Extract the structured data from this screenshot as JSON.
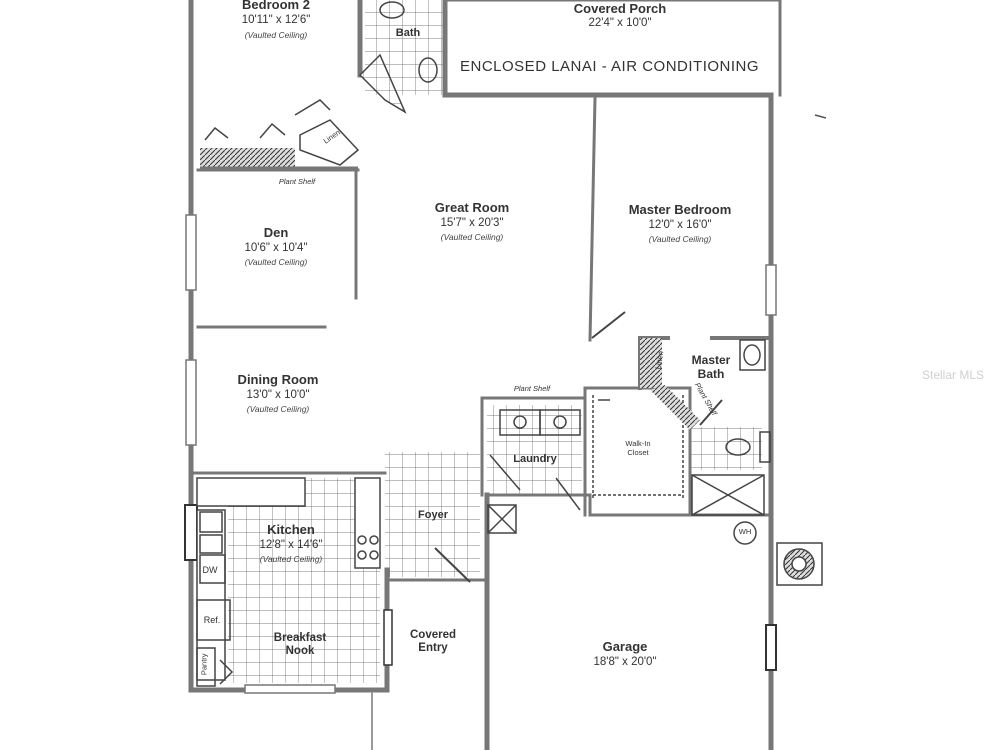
{
  "rooms": {
    "bedroom2": {
      "name": "Bedroom 2",
      "dim": "10'11\" x 12'6\"",
      "note": "(Vaulted Ceiling)"
    },
    "bath": {
      "name": "Bath"
    },
    "covered_porch": {
      "name": "Covered Porch",
      "dim": "22'4\" x 10'0\""
    },
    "great_room": {
      "name": "Great Room",
      "dim": "15'7\" x 20'3\"",
      "note": "(Vaulted Ceiling)"
    },
    "master_bedroom": {
      "name": "Master Bedroom",
      "dim": "12'0\" x 16'0\"",
      "note": "(Vaulted Ceiling)"
    },
    "den": {
      "name": "Den",
      "dim": "10'6\" x 10'4\"",
      "note": "(Vaulted Ceiling)"
    },
    "dining_room": {
      "name": "Dining Room",
      "dim": "13'0\" x 10'0\"",
      "note": "(Vaulted Ceiling)"
    },
    "master_bath": {
      "name": "Master Bath"
    },
    "walk_in_closet": {
      "name": "Walk-In Closet"
    },
    "laundry": {
      "name": "Laundry"
    },
    "kitchen": {
      "name": "Kitchen",
      "dim": "12'8\" x 14'6\"",
      "note": "(Vaulted Ceiling)"
    },
    "foyer": {
      "name": "Foyer"
    },
    "breakfast_nook": {
      "name": "Breakfast Nook"
    },
    "covered_entry": {
      "name": "Covered Entry"
    },
    "garage": {
      "name": "Garage",
      "dim": "18'8\" x 20'0\""
    }
  },
  "banner": "ENCLOSED LANAI - AIR CONDITIONING",
  "labels": {
    "plant_shelf_upper": "Plant Shelf",
    "plant_shelf_laundry": "Plant Shelf",
    "plant_shelf_master": "Plant Shelf",
    "linen_upper": "Linen",
    "linen_master": "Linen",
    "dw": "DW",
    "ref": "Ref.",
    "pantry": "Pantry",
    "wh": "WH"
  },
  "watermark": "Stellar MLS"
}
